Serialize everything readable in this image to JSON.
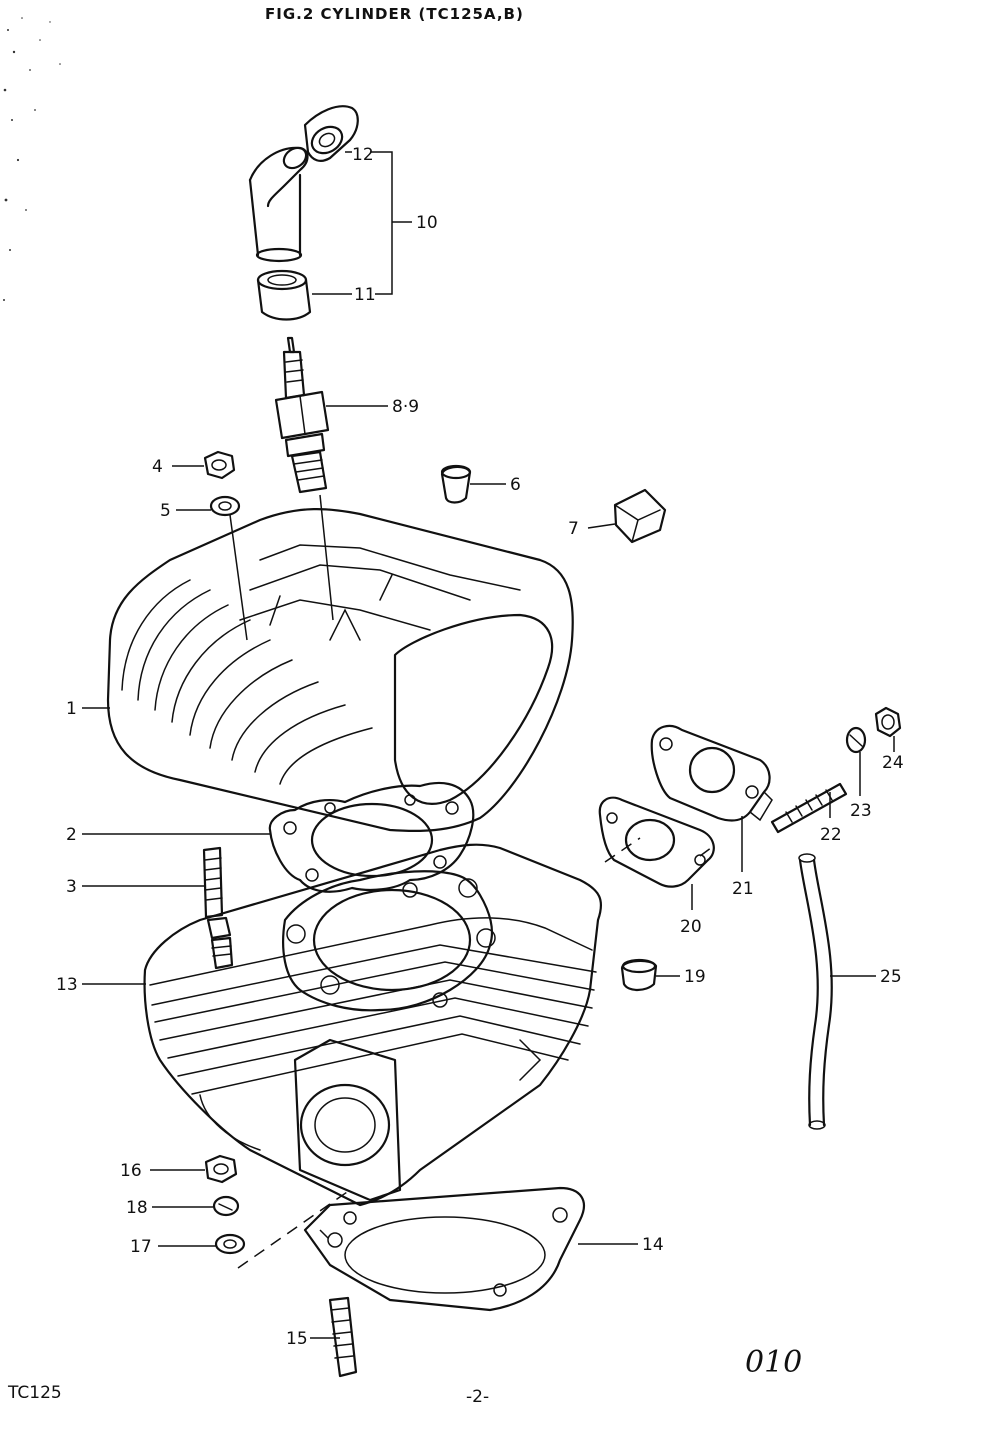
{
  "header": {
    "title": "FIG.2 CYLINDER (TC125A,B)"
  },
  "callouts": {
    "c1": "1",
    "c2": "2",
    "c3": "3",
    "c4": "4",
    "c5": "5",
    "c6": "6",
    "c7": "7",
    "c89": "8·9",
    "c10": "10",
    "c11": "11",
    "c12": "12",
    "c13": "13",
    "c14": "14",
    "c15": "15",
    "c16": "16",
    "c17": "17",
    "c18": "18",
    "c19": "19",
    "c20": "20",
    "c21": "21",
    "c22": "22",
    "c23": "23",
    "c24": "24",
    "c25": "25"
  },
  "footer": {
    "model": "TC125",
    "page": "-2-",
    "code": "010"
  }
}
